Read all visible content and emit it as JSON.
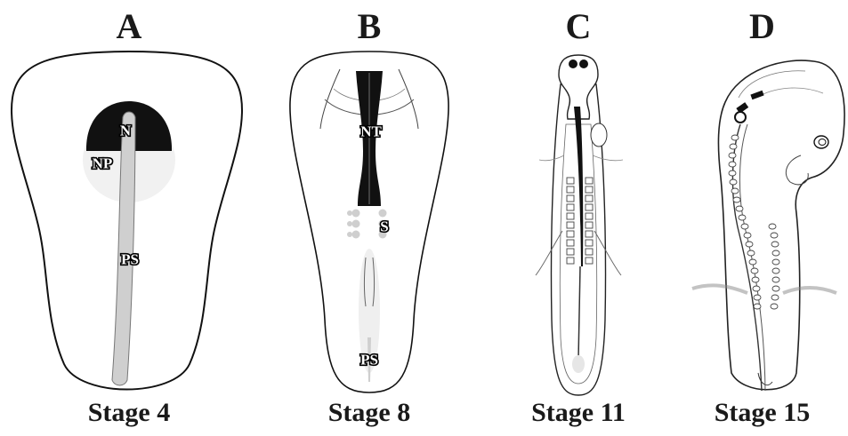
{
  "panels": [
    {
      "letter": "A",
      "stage": "Stage 4",
      "labels": {
        "n": "N",
        "np": "NP",
        "ps": "PS"
      }
    },
    {
      "letter": "B",
      "stage": "Stage 8",
      "labels": {
        "nt": "NT",
        "s": "S",
        "ps": "PS"
      }
    },
    {
      "letter": "C",
      "stage": "Stage 11",
      "labels": {}
    },
    {
      "letter": "D",
      "stage": "Stage 15",
      "labels": {}
    }
  ]
}
